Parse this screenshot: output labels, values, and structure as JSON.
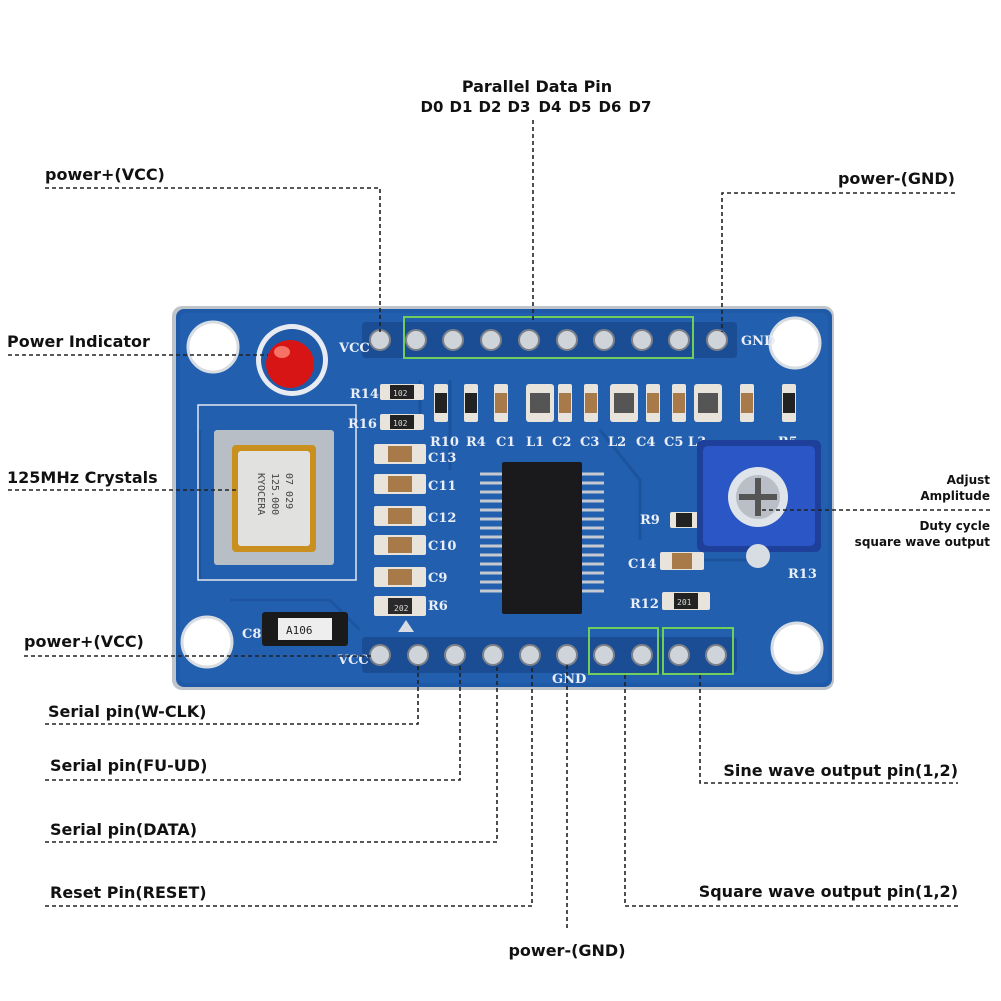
{
  "labels": {
    "parallel_title": "Parallel Data Pin",
    "parallel_pins": [
      "D0",
      "D1",
      "D2",
      "D3",
      "D4",
      "D5",
      "D6",
      "D7"
    ],
    "vcc_top": "power+(VCC)",
    "gnd_top": "power-(GND)",
    "power_indicator": "Power Indicator",
    "crystal": "125MHz Crystals",
    "adjust_1": "Adjust",
    "adjust_2": "Amplitude",
    "duty_1": "Duty cycle",
    "duty_2": "square wave output",
    "vcc_bottom": "power+(VCC)",
    "w_clk": "Serial pin(W-CLK)",
    "fu_ud": "Serial pin(FU-UD)",
    "data": "Serial pin(DATA)",
    "reset": "Reset Pin(RESET)",
    "gnd_bottom": "power-(GND)",
    "sine": "Sine wave output pin(1,2)",
    "square": "Square wave output pin(1,2)"
  },
  "board": {
    "pcb_color": "#1f5aa8",
    "silk_vcc_top": "VCC",
    "silk_gnd_top": "GND",
    "silk_vcc_bottom": "VCC",
    "silk_gnd_bottom": "GND",
    "silk_r14": "R14",
    "silk_r16": "R16",
    "silk_row": [
      "R10",
      "R4",
      "C1",
      "L1",
      "C2",
      "C3",
      "L2",
      "C4",
      "C5",
      "L3"
    ],
    "silk_r5": "R5",
    "silk_caps": [
      "C13",
      "C11",
      "C12",
      "C10",
      "C9"
    ],
    "silk_r6": "R6",
    "silk_r9": "R9",
    "silk_c14": "C14",
    "silk_r12": "R12",
    "silk_r13": "R13",
    "silk_c8": "C8",
    "c8_marking": "A106",
    "crystal_marking": [
      "KYOCERA",
      "125.000",
      "07 029"
    ],
    "resistor_marking_r14": "102",
    "resistor_marking_r16": "102",
    "resistor_marking_r6": "202",
    "resistor_marking_r12": "201"
  }
}
